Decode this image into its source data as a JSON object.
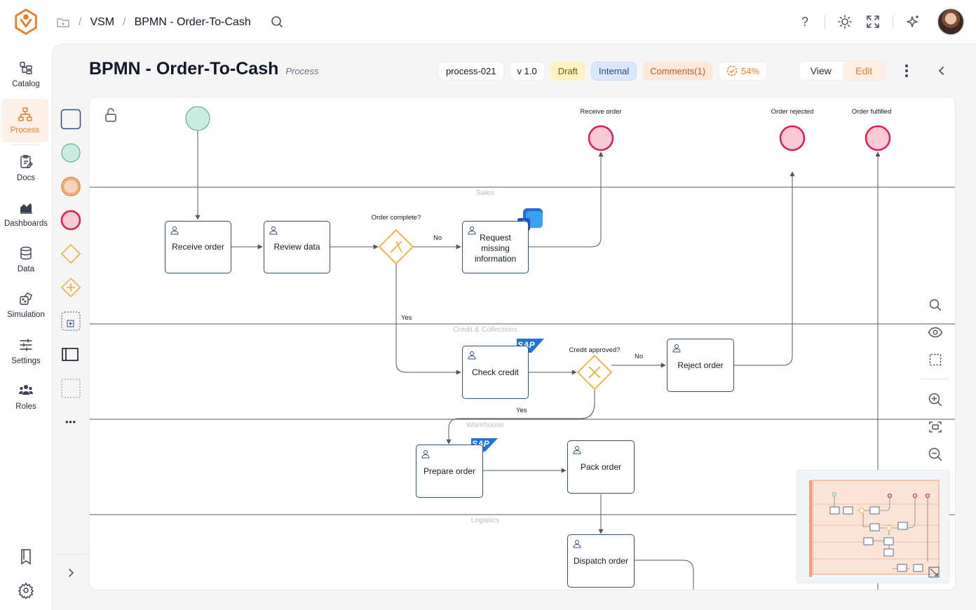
{
  "app": {
    "logo": "logo-icon"
  },
  "breadcrumb": {
    "folder_icon": "folder-icon",
    "items": [
      "VSM",
      "BPMN - Order-To-Cash"
    ],
    "separator": "/"
  },
  "topbar": {
    "icons": [
      "search-icon",
      "help-icon",
      "theme-icon",
      "fullscreen-icon",
      "sparkle-icon"
    ],
    "help_label": "?"
  },
  "nav": {
    "items": [
      {
        "label": "Catalog",
        "icon": "catalog-icon"
      },
      {
        "label": "Process",
        "icon": "process-icon",
        "active": true
      },
      {
        "label": "Docs",
        "icon": "docs-icon"
      },
      {
        "label": "Dashboards",
        "icon": "dashboards-icon"
      },
      {
        "label": "Data",
        "icon": "data-icon"
      },
      {
        "label": "Simulation",
        "icon": "simulation-icon"
      },
      {
        "label": "Settings",
        "icon": "settings-sliders-icon"
      },
      {
        "label": "Roles",
        "icon": "roles-icon"
      }
    ],
    "more": "•••",
    "bottom_icons": [
      "bookmark-icon",
      "gear-icon"
    ]
  },
  "header": {
    "title": "BPMN - Order-To-Cash",
    "subtitle": "Process",
    "id": "process-021",
    "version": "v 1.0",
    "status": "Draft",
    "visibility": "Internal",
    "comments": "Comments(1)",
    "progress": "54%",
    "mode": {
      "view": "View",
      "edit": "Edit",
      "selected": "Edit"
    }
  },
  "colors": {
    "accent": "#ea7b26",
    "task_border": "#2d4e7a",
    "start": "#c8ecdf",
    "end": "#f9c9d6",
    "end_border": "#d81f4d",
    "gateway": "#f0a92b"
  },
  "diagram": {
    "lanes": [
      "Sales",
      "Credit & Collections",
      "Warehouse",
      "Logistics"
    ],
    "tasks": {
      "receive_order": "Receive order",
      "review_data": "Review data",
      "request_info": "Request missing information",
      "check_credit": "Check credit",
      "reject_order": "Reject order",
      "prepare_order": "Prepare order",
      "pack_order": "Pack order",
      "dispatch_order": "Dispatch order"
    },
    "gateways": {
      "order_complete": "Order complete?",
      "credit_approved": "Credit approved?"
    },
    "end_events": {
      "receive": "Receive order",
      "rejected": "Order rejected",
      "fulfilled": "Order fulfilled"
    },
    "flow_labels": {
      "no1": "No",
      "yes1": "Yes",
      "no2": "No",
      "yes2": "Yes"
    },
    "badges": {
      "sap": "SAP"
    }
  }
}
